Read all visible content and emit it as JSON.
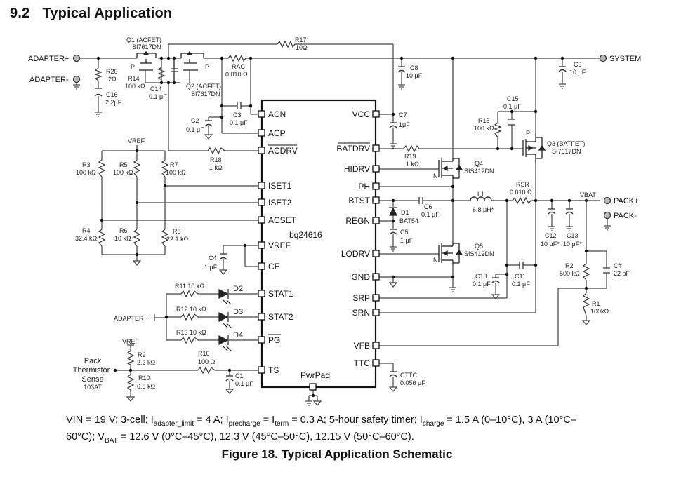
{
  "section": {
    "number": "9.2",
    "title": "Typical Application"
  },
  "ic": {
    "name": "bq24616",
    "left_pins": [
      "ACN",
      "ACP",
      "ACDRV",
      "ISET1",
      "ISET2",
      "ACSET",
      "VREF",
      "CE",
      "STAT1",
      "STAT2",
      "PG",
      "TS"
    ],
    "right_pins": [
      "VCC",
      "BATDRV",
      "HIDRV",
      "PH",
      "BTST",
      "REGN",
      "LODRV",
      "GND",
      "SRP",
      "SRN",
      "VFB",
      "TTC"
    ],
    "bottom_pin": "PwrPad",
    "overlined_pins": [
      "ACDRV",
      "PG",
      "BATDRV"
    ]
  },
  "ports": {
    "adapter_plus": "ADAPTER+",
    "adapter_minus": "ADAPTER-",
    "system": "SYSTEM",
    "pack_plus": "PACK+",
    "pack_minus": "PACK-",
    "vbat": "VBAT",
    "adapter_led": "ADAPTER +",
    "vref_top": "VREF",
    "vref_therm": "VREF",
    "thermistor_line1": "Pack",
    "thermistor_line2": "Thermistor",
    "thermistor_line3": "Sense",
    "thermistor_type": "103AT"
  },
  "components": {
    "Q1": {
      "ref": "Q1 (ACFET)",
      "part": "SI7617DN",
      "type": "P"
    },
    "Q2": {
      "ref": "Q2 (ACFET)",
      "part": "SI7617DN",
      "type": "P"
    },
    "Q3": {
      "ref": "Q3 (BATFET)",
      "part": "SI7617DN",
      "type": "P"
    },
    "Q4": {
      "ref": "Q4",
      "part": "SIS412DN",
      "type": "N"
    },
    "Q5": {
      "ref": "Q5",
      "part": "SIS412DN",
      "type": "N"
    },
    "R20": {
      "ref": "R20",
      "value": "2Ω"
    },
    "C16": {
      "ref": "C16",
      "value": "2.2μF"
    },
    "R14": {
      "ref": "R14",
      "value": "100 kΩ"
    },
    "C14": {
      "ref": "C14",
      "value": "0.1 μF"
    },
    "R17": {
      "ref": "R17",
      "value": "10Ω"
    },
    "RAC": {
      "ref": "RAC",
      "value": "0.010 Ω"
    },
    "C8": {
      "ref": "C8",
      "value": "10 μF"
    },
    "C9": {
      "ref": "C9",
      "value": "10 μF"
    },
    "C3": {
      "ref": "C3",
      "value": "0.1 μF"
    },
    "C2": {
      "ref": "C2",
      "value": "0.1 μF"
    },
    "C7": {
      "ref": "C7",
      "value": "1μF"
    },
    "C15": {
      "ref": "C15",
      "value": "0.1 μF"
    },
    "R15": {
      "ref": "R15",
      "value": "100 kΩ"
    },
    "R18": {
      "ref": "R18",
      "value": "1 kΩ"
    },
    "R19": {
      "ref": "R19",
      "value": "1 kΩ"
    },
    "R3": {
      "ref": "R3",
      "value": "100 kΩ"
    },
    "R5": {
      "ref": "R5",
      "value": "100 kΩ"
    },
    "R7": {
      "ref": "R7",
      "value": "100 kΩ"
    },
    "R4": {
      "ref": "R4",
      "value": "32.4 kΩ"
    },
    "R6": {
      "ref": "R6",
      "value": "10 kΩ"
    },
    "R8": {
      "ref": "R8",
      "value": "22.1 kΩ"
    },
    "C4": {
      "ref": "C4",
      "value": "1 μF"
    },
    "L1": {
      "ref": "L1",
      "value": "6.8 μH*"
    },
    "RSR": {
      "ref": "RSR",
      "value": "0.010 Ω"
    },
    "C6": {
      "ref": "C6",
      "value": "0.1 μF"
    },
    "D1": {
      "ref": "D1",
      "part": "BAT54"
    },
    "C5": {
      "ref": "C5",
      "value": "1 μF"
    },
    "C12": {
      "ref": "C12",
      "value": "10 μF*"
    },
    "C13": {
      "ref": "C13",
      "value": "10 μF*"
    },
    "R2": {
      "ref": "R2",
      "value": "500 kΩ"
    },
    "Cff": {
      "ref": "Cff",
      "value": "22 pF"
    },
    "R1": {
      "ref": "R1",
      "value": "100kΩ"
    },
    "C10": {
      "ref": "C10",
      "value": "0.1 μF"
    },
    "C11": {
      "ref": "C11",
      "value": "0.1 μF"
    },
    "R11": {
      "ref": "R11  10 kΩ"
    },
    "R12": {
      "ref": "R12  10 kΩ"
    },
    "R13": {
      "ref": "R13  10 kΩ"
    },
    "D2": {
      "ref": "D2"
    },
    "D3": {
      "ref": "D3"
    },
    "D4": {
      "ref": "D4"
    },
    "R9": {
      "ref": "R9",
      "value": "2.2 kΩ"
    },
    "R10": {
      "ref": "R10",
      "value": "6.8 kΩ"
    },
    "R16": {
      "ref": "R16",
      "value": "100 Ω"
    },
    "C1": {
      "ref": "C1",
      "value": "0.1 μF"
    },
    "CTTC": {
      "ref": "CTTC",
      "value": "0.056 μF"
    }
  },
  "caption": {
    "vin": "VIN = 19 V; 3-cell; I",
    "sub1": "adapter_limit",
    "t2": " = 4 A; I",
    "sub2": "precharge",
    "t3": " = I",
    "sub3": "term",
    "t4": " = 0.3 A; 5-hour safety timer; I",
    "sub4": "charge",
    "t5": " = 1.5 A (0–10°C), 3 A (10°C–60°C); V",
    "sub5": "BAT",
    "t6": " = 12.6 V (0°C–45°C), 12.3 V (45°C–50°C), 12.15 V (50°C–60°C)."
  },
  "figure_title": "Figure 18.  Typical Application Schematic"
}
